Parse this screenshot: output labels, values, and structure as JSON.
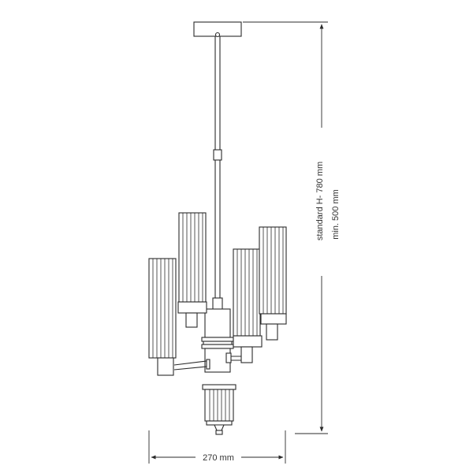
{
  "dimensions": {
    "width_label": "270 mm",
    "height_standard_label": "standard H- 780 mm",
    "height_min_label": "min. 500 mm"
  },
  "colors": {
    "line": "#2b2b2b",
    "background": "#ffffff"
  }
}
